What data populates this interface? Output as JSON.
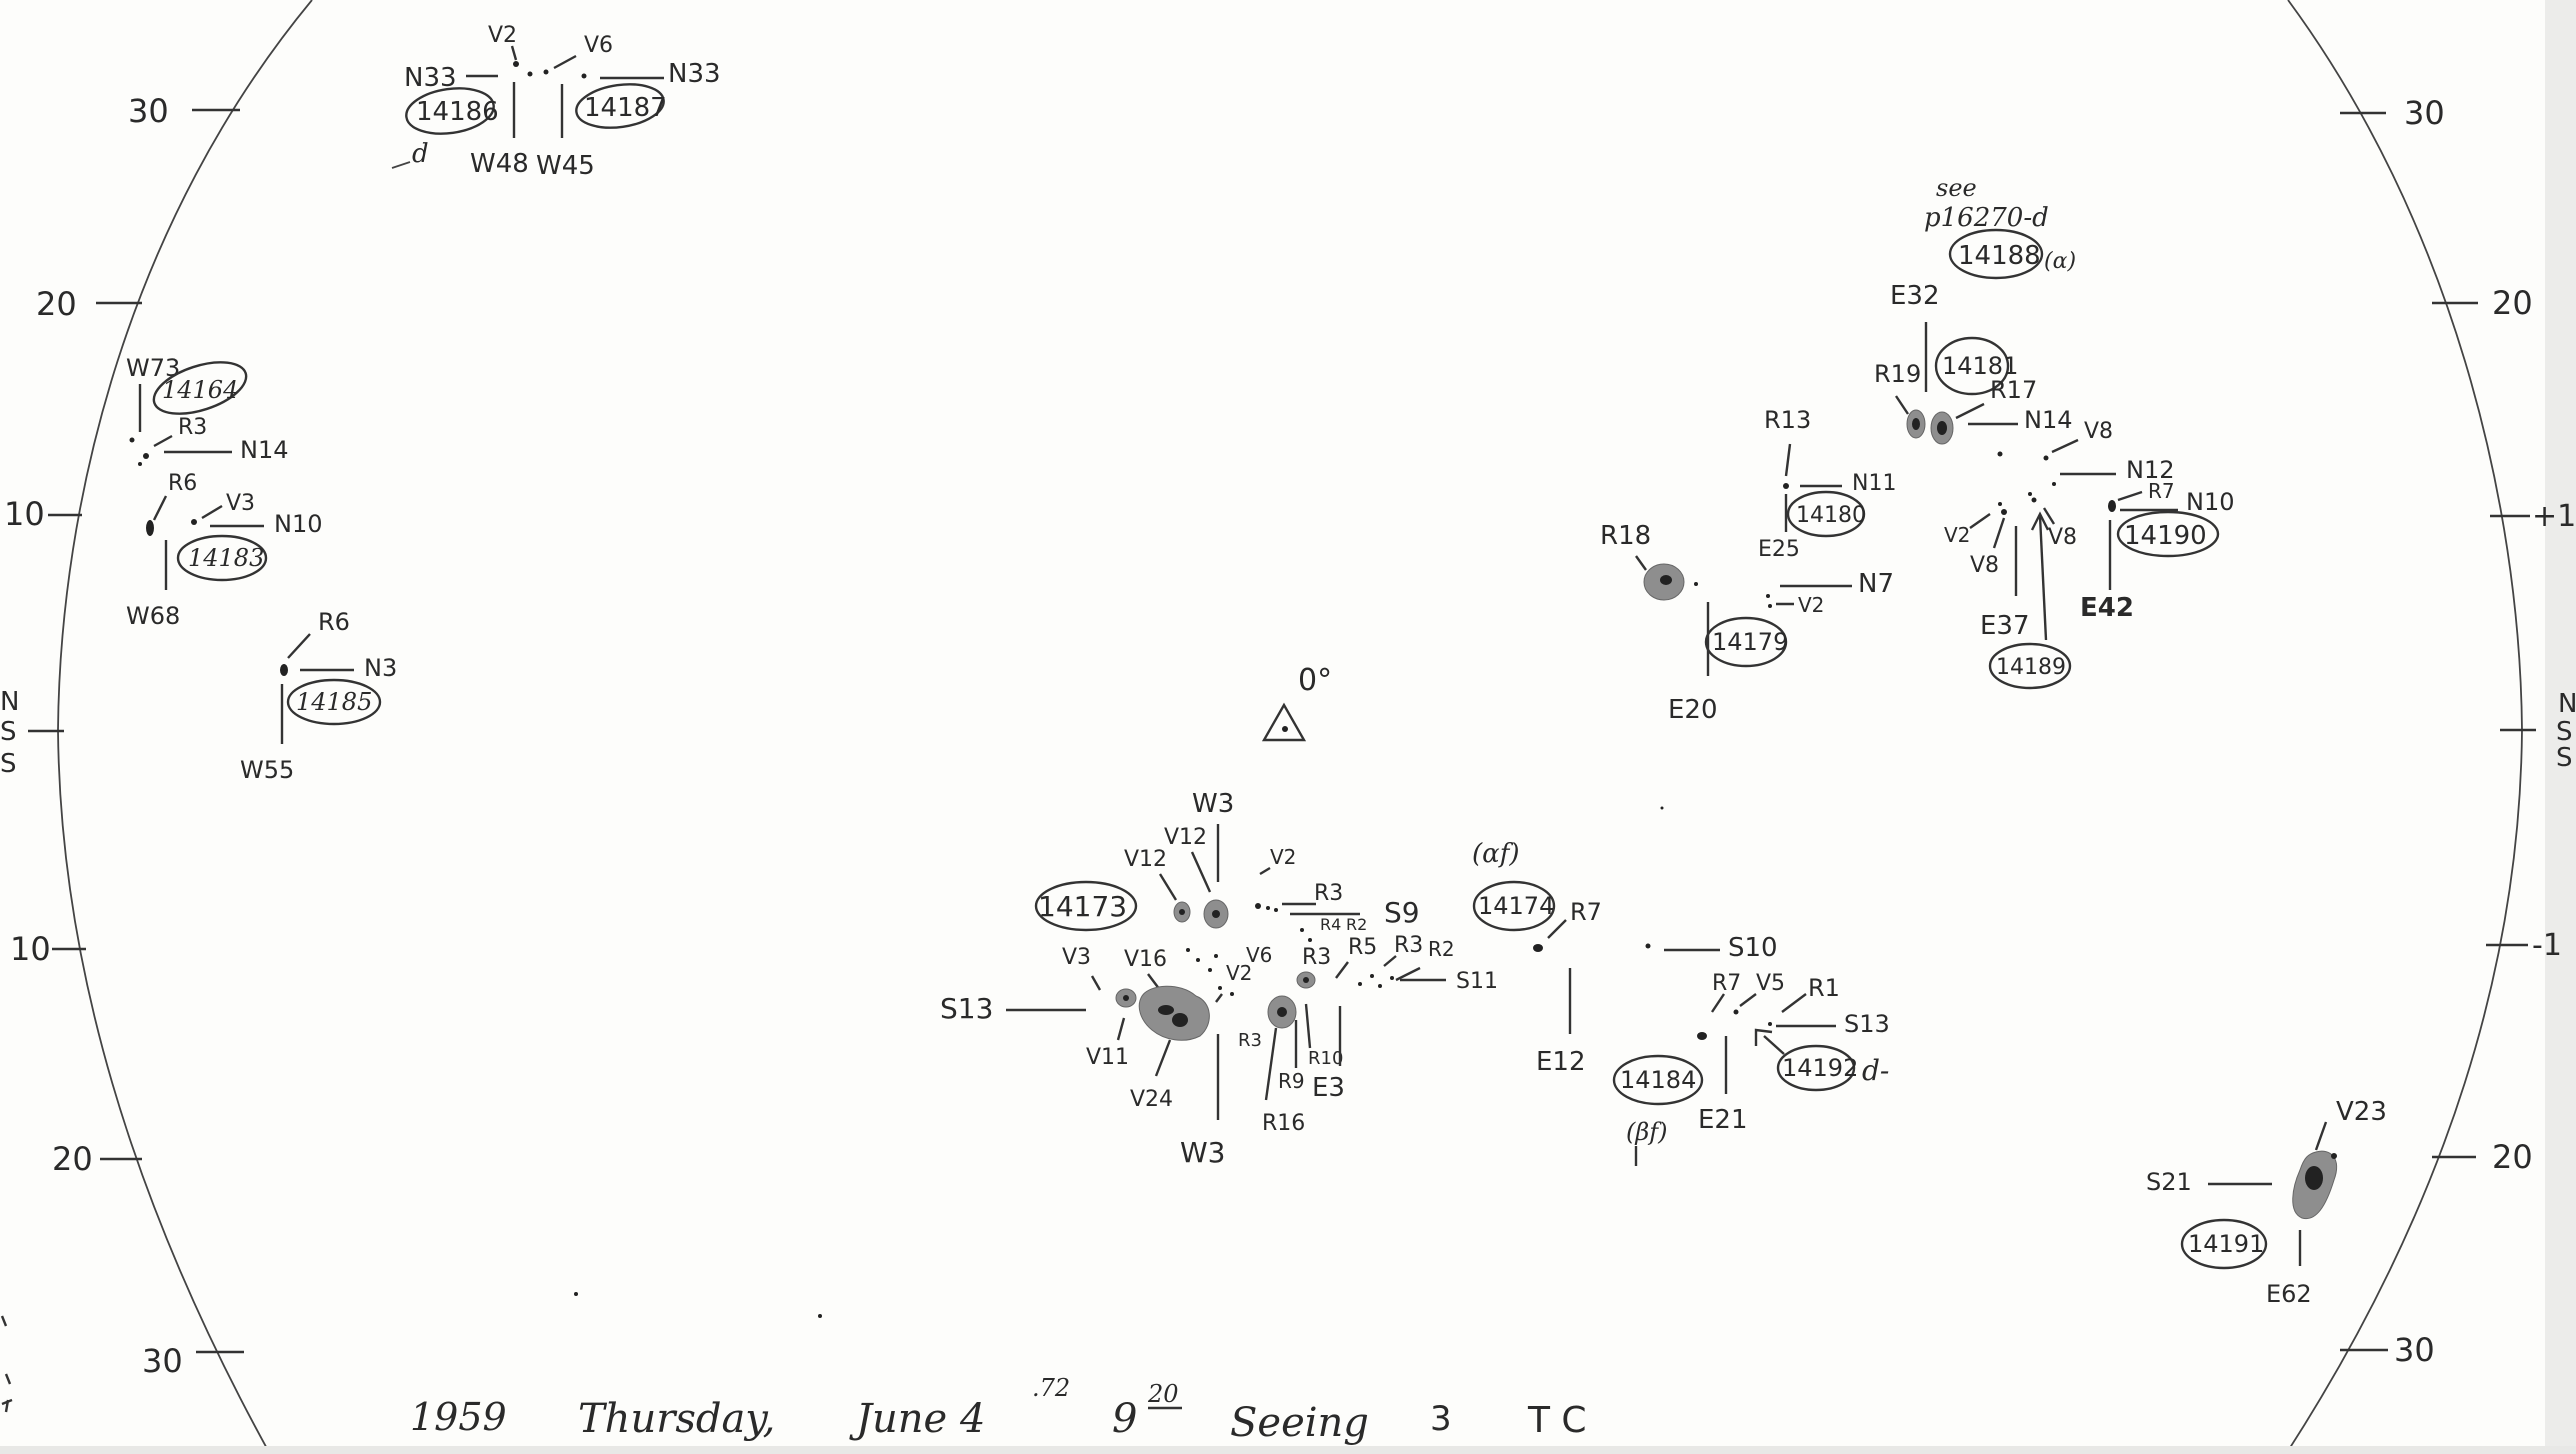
{
  "footer": {
    "year": "1959",
    "weekday": "Thursday,",
    "date": "June 4",
    "date_fraction": ".72",
    "time_hour": "9",
    "time_min": "20",
    "seeing_label": "Seeing",
    "seeing_value": "3",
    "observer": "T C"
  },
  "scale": {
    "left": [
      "30",
      "20",
      "10",
      "10",
      "20",
      "30"
    ],
    "right": [
      "30",
      "20",
      "+1",
      "-1",
      "20",
      "30"
    ],
    "left_edge": [
      "N",
      "S",
      "S"
    ],
    "right_edge": [
      "N",
      "S",
      "S"
    ]
  },
  "center_mark": {
    "label": "0°"
  },
  "groups": [
    {
      "id": "14186",
      "labels": [
        "N33",
        "V2",
        "W48",
        "d"
      ]
    },
    {
      "id": "14187",
      "labels": [
        "V6",
        "N33",
        "W45"
      ]
    },
    {
      "id": "14164",
      "labels": [
        "W73",
        "R3",
        "N14"
      ]
    },
    {
      "id": "14183",
      "labels": [
        "R6",
        "V3",
        "N10",
        "W68"
      ]
    },
    {
      "id": "14185",
      "labels": [
        "R6",
        "N3",
        "W55"
      ]
    },
    {
      "id": "14188",
      "labels": [
        "see",
        "p16270-d",
        "(α)",
        "E32"
      ]
    },
    {
      "id": "14181",
      "labels": [
        "R19",
        "R17",
        "N14",
        "V8"
      ]
    },
    {
      "id": "14180",
      "labels": [
        "R13",
        "N11",
        "E25"
      ]
    },
    {
      "id": "14179",
      "labels": [
        "R18",
        "N7",
        "V2",
        "E20"
      ]
    },
    {
      "id": "14190",
      "labels": [
        "N12",
        "R7",
        "N10",
        "E42"
      ]
    },
    {
      "id": "14189",
      "labels": [
        "V2",
        "V8",
        "V8",
        "E37"
      ]
    },
    {
      "id": "14173",
      "labels": [
        "W3",
        "V12",
        "V12",
        "V2",
        "R3",
        "S9",
        "R4",
        "R2",
        "V3",
        "V16",
        "V6",
        "R3",
        "R5",
        "R3",
        "R2",
        "S11",
        "S13",
        "V2",
        "V11",
        "V24",
        "R3",
        "R9",
        "R10",
        "R16",
        "E3",
        "W3"
      ]
    },
    {
      "id": "14174",
      "labels": [
        "(αf)",
        "R7",
        "E12"
      ]
    },
    {
      "id": "14184",
      "labels": [
        "S10",
        "R7",
        "V5",
        "(βf)",
        "E21"
      ]
    },
    {
      "id": "14192",
      "labels": [
        "R1",
        "S13",
        "d-"
      ]
    },
    {
      "id": "14191",
      "labels": [
        "V23",
        "S21",
        "E62"
      ]
    }
  ]
}
